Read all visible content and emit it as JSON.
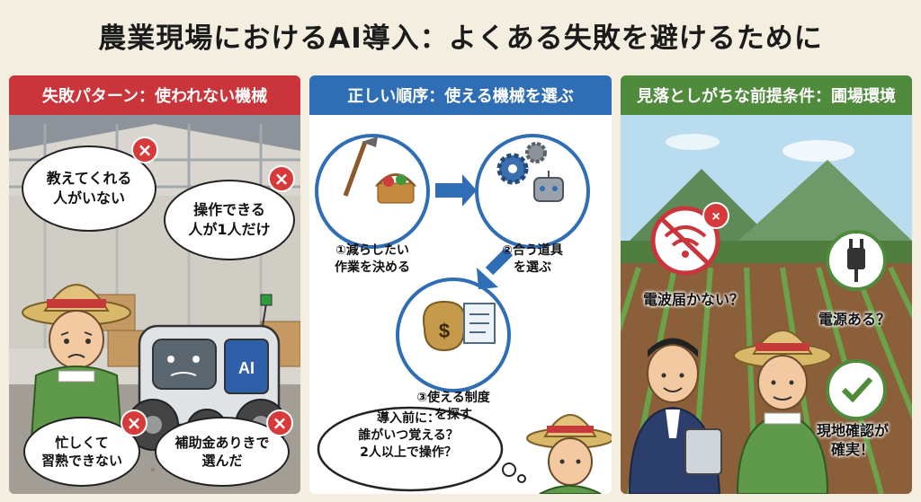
{
  "title": "農業現場におけるAI導入：よくある失敗を避けるために",
  "panels": {
    "failure": {
      "header": "失敗パターン：使われない機械",
      "bubbles": {
        "teacher": "教えてくれる\n人がいない",
        "operator": "操作できる\n人が1人だけ",
        "busy": "忙しくて\n習熟できない",
        "subsidy": "補助金ありきで\n選んだ"
      },
      "robot_label": "AI",
      "badge": "×"
    },
    "order": {
      "header": "正しい順序：使える機械を選ぶ",
      "steps": {
        "one": "①減らしたい\n作業を決める",
        "two": "②合う道具\nを選ぶ",
        "three": "③使える制度\nを探す"
      },
      "thought": "導入前に：\n誰がいつ覚える？\n2人以上で操作？"
    },
    "site": {
      "header": "見落としがちな前提条件：圃場環境",
      "items": {
        "signal": "電波届かない？",
        "power": "電源ある？",
        "check": "現地確認が\n確実！"
      }
    }
  },
  "colors": {
    "red": "#c9353a",
    "blue": "#2f6db5",
    "green": "#4f8a3d"
  }
}
